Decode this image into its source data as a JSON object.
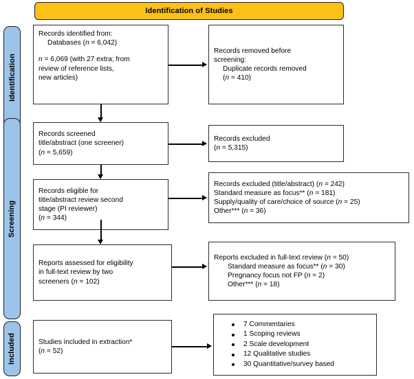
{
  "figure": {
    "type": "prisma-flow-diagram",
    "banner_title": "Identification of Studies"
  },
  "stages": [
    {
      "name": "identification",
      "label": "Identification"
    },
    {
      "name": "screening",
      "label": "Screening"
    },
    {
      "name": "included",
      "label": "Included"
    }
  ],
  "boxes": {
    "records_identified": {
      "line1": "Records identified from:",
      "line2": "Databases (n = 6,042)",
      "line3": "n = 6,069 (with 27 extra; from",
      "line4": "review of reference lists,",
      "line5": "new articles)"
    },
    "records_removed": {
      "line1": "Records removed before",
      "line2": "screening:",
      "line3": "Duplicate records removed",
      "line4": "(n = 410)"
    },
    "records_screened": {
      "line1": "Records screened",
      "line2": "title/abstract (one screener)",
      "line3": "(n = 5,659)"
    },
    "records_excluded_1": {
      "line1": "Records excluded",
      "line2": "(n = 5,315)"
    },
    "records_eligible": {
      "line1": "Records eligible for",
      "line2": "title/abstract review second",
      "line3": "stage (PI reviewer)",
      "line4": "(n = 344)"
    },
    "records_excluded_2": {
      "line1": "Records excluded (title/abstract) (n = 242)",
      "line2": "Standard measure as focus** (n = 181)",
      "line3": "Supply/quality of care/choice of source (n = 25)",
      "line4": "Other*** (n = 36)"
    },
    "reports_assessed": {
      "line1": "Reports assessed for eligibility",
      "line2": "in full-text review by two",
      "line3": "screeners (n = 102)"
    },
    "reports_excluded": {
      "line1": "Reports excluded in full-text review (n = 50)",
      "line2": "Standard measure as focus** (n = 30)",
      "line3": "Pregnancy focus not FP (n = 2)",
      "line4": "Other*** (n = 18)"
    },
    "studies_included": {
      "line1": "Studies included in extraction*",
      "line2": "(n = 52)"
    },
    "study_types": {
      "items": [
        "7 Commentaries",
        "1 Scoping reviews",
        "2 Scale development",
        "12 Qualitative studies",
        "30 Quantitative/survey based"
      ]
    }
  },
  "colors": {
    "banner": "#FCC117",
    "pill": "#9CC3E8",
    "pill_border": "#1c1c2e",
    "box_border": "#2b2b2b",
    "connector": "#000000"
  }
}
